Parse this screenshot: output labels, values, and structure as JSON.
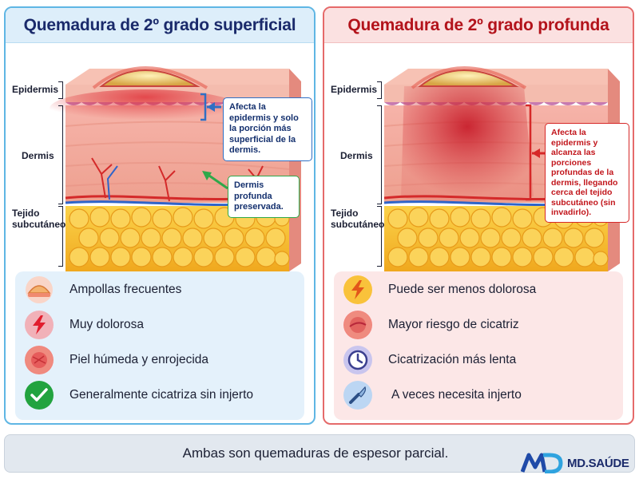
{
  "left_panel": {
    "title": "Quemadura de 2º grado superficial",
    "layers": {
      "epidermis": "Epidermis",
      "dermis": "Dermis",
      "subcutaneous": "Tejido subcutáneo"
    },
    "callout_top": "Afecta la epidermis y solo la porción más superficial de la dermis.",
    "callout_bottom": "Dermis profunda preservada.",
    "features": [
      {
        "icon": "blister-icon",
        "label": "Ampollas frecuentes"
      },
      {
        "icon": "lightning-icon",
        "label": "Muy dolorosa"
      },
      {
        "icon": "red-skin-icon",
        "label": "Piel húmeda y enrojecida"
      },
      {
        "icon": "check-icon",
        "label": "Generalmente cicatriza sin injerto"
      }
    ]
  },
  "right_panel": {
    "title": "Quemadura de 2º grado profunda",
    "layers": {
      "epidermis": "Epidermis",
      "dermis": "Dermis",
      "subcutaneous": "Tejido subcutáneo"
    },
    "callout": "Afecta la epidermis y alcanza las porciones profundas de la dermis, llegando cerca del tejido subcutáneo (sin invadirlo).",
    "features": [
      {
        "icon": "lightning-icon",
        "label": "Puede ser menos dolorosa"
      },
      {
        "icon": "scar-icon",
        "label": "Mayor riesgo de cicatriz"
      },
      {
        "icon": "clock-icon",
        "label": "Cicatrización más lenta"
      },
      {
        "icon": "scalpel-icon",
        "label": "A veces necesita injerto"
      }
    ]
  },
  "banner": "Ambas son quemaduras de espesor parcial.",
  "logo_text": "MD.SAÚDE",
  "colors": {
    "left_border": "#5fb6e4",
    "left_title_bg": "#ddeefa",
    "left_title_text": "#1a2a6b",
    "right_border": "#e56a6a",
    "right_title_bg": "#fbe1e1",
    "right_title_text": "#b3131b",
    "dermis": "#f2a9a0",
    "fat": "#f6c229",
    "blister": "#eac56c"
  }
}
